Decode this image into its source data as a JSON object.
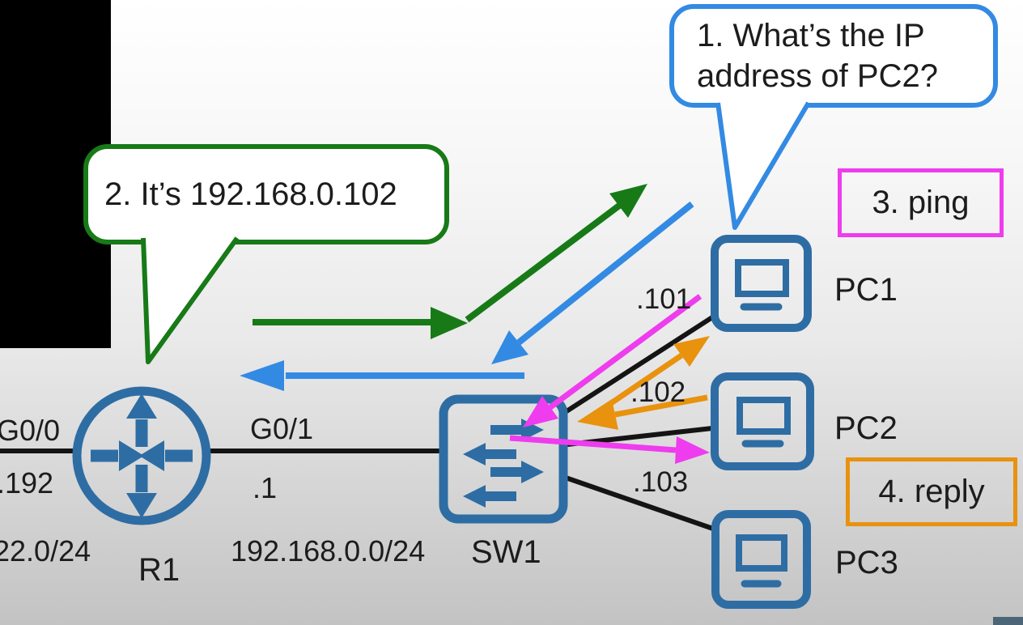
{
  "colors": {
    "node_blue": "#2e6da4",
    "question_blue": "#338ae3",
    "answer_green": "#177a17",
    "ping_magenta": "#ee3cee",
    "reply_orange": "#e8920e",
    "link_black": "#141414",
    "letterbox_black": "#000000",
    "player_fragment_slate": "#4c6577",
    "background_top": "#ffffff",
    "background_bottom": "#c3c3c3"
  },
  "bubbles": {
    "question": {
      "line1": "1. What’s the IP",
      "line2": "address of PC2?"
    },
    "answer": {
      "text": "2. It’s 192.168.0.102"
    }
  },
  "callouts": {
    "ping": "3. ping",
    "reply": "4. reply"
  },
  "router": {
    "name": "R1",
    "left_interface": {
      "port": "G0/0",
      "host": ".192",
      "network": "22.0/24"
    },
    "right_interface": {
      "port": "G0/1",
      "host": ".1",
      "network": "192.168.0.0/24"
    }
  },
  "switch": {
    "name": "SW1"
  },
  "pcs": [
    {
      "name": "PC1",
      "host": ".101"
    },
    {
      "name": "PC2",
      "host": ".102"
    },
    {
      "name": "PC3",
      "host": ".103"
    }
  ]
}
